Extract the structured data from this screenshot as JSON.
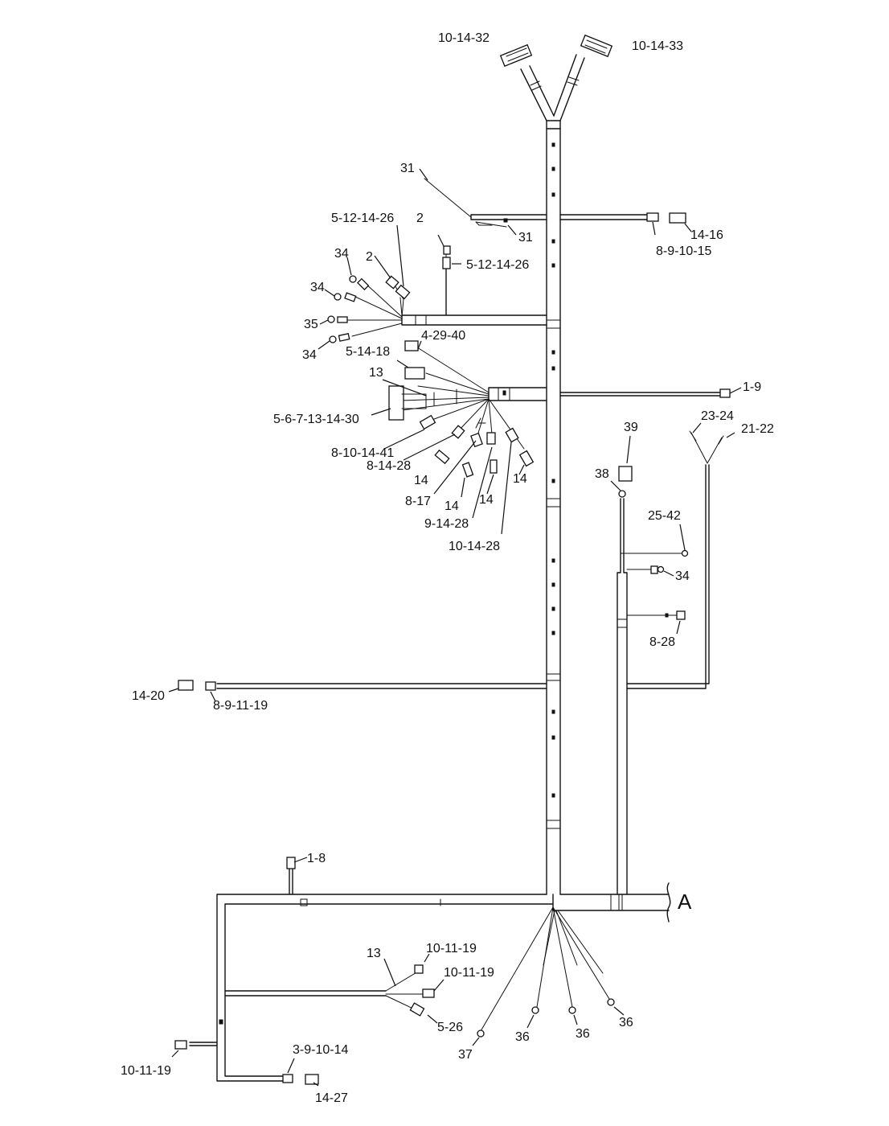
{
  "diagram": {
    "section_mark": "A",
    "callouts": [
      "10-14-32",
      "10-14-33",
      "31",
      "31",
      "5-12-14-26",
      "2",
      "5-12-14-26",
      "34",
      "2",
      "34",
      "35",
      "34",
      "14-16",
      "8-9-10-15",
      "4-29-40",
      "5-14-18",
      "13",
      "5-6-7-13-14-30",
      "8-10-14-41",
      "8-14-28",
      "14",
      "8-17",
      "14",
      "14",
      "14",
      "9-14-28",
      "10-14-28",
      "1-9",
      "23-24",
      "21-22",
      "39",
      "38",
      "25-42",
      "34",
      "8-28",
      "14-20",
      "8-9-11-19",
      "1-8",
      "13",
      "10-11-19",
      "10-11-19",
      "5-26",
      "10-11-19",
      "3-9-10-14",
      "14-27",
      "37",
      "36",
      "36",
      "36"
    ]
  }
}
